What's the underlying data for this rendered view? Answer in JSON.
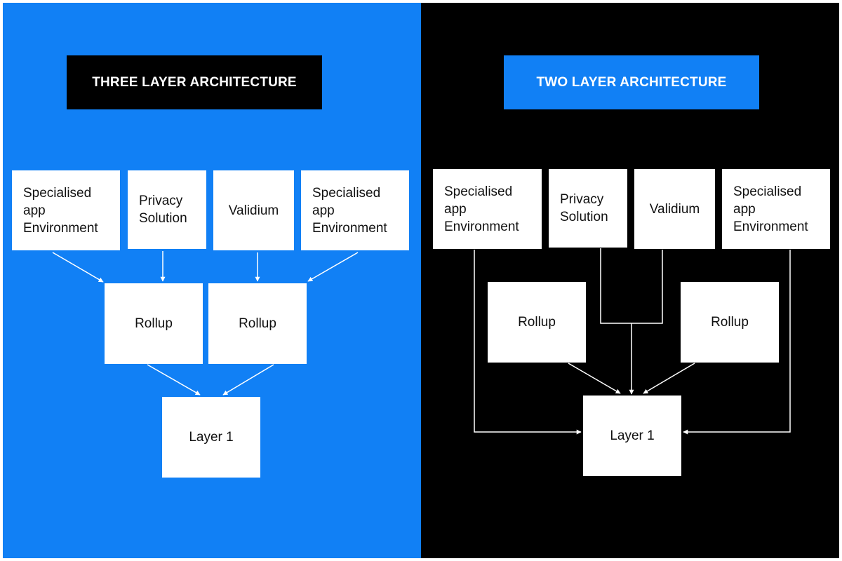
{
  "colors": {
    "left_background": "#1180f5",
    "right_background": "#000000",
    "box_fill": "#ffffff",
    "connector": "#ffffff"
  },
  "three_layer": {
    "title": "THREE LAYER ARCHITECTURE",
    "nodes": {
      "spec_app_1": "Specialised\napp\nEnvironment",
      "privacy": "Privacy\nSolution",
      "validium": "Validium",
      "spec_app_2": "Specialised\napp\nEnvironment",
      "rollup_1": "Rollup",
      "rollup_2": "Rollup",
      "layer1": "Layer 1"
    }
  },
  "two_layer": {
    "title": "TWO LAYER ARCHITECTURE",
    "nodes": {
      "spec_app_1": "Specialised\napp\nEnvironment",
      "privacy": "Privacy\nSolution",
      "validium": "Validium",
      "spec_app_2": "Specialised\napp\nEnvironment",
      "rollup_1": "Rollup",
      "rollup_2": "Rollup",
      "layer1": "Layer 1"
    }
  }
}
